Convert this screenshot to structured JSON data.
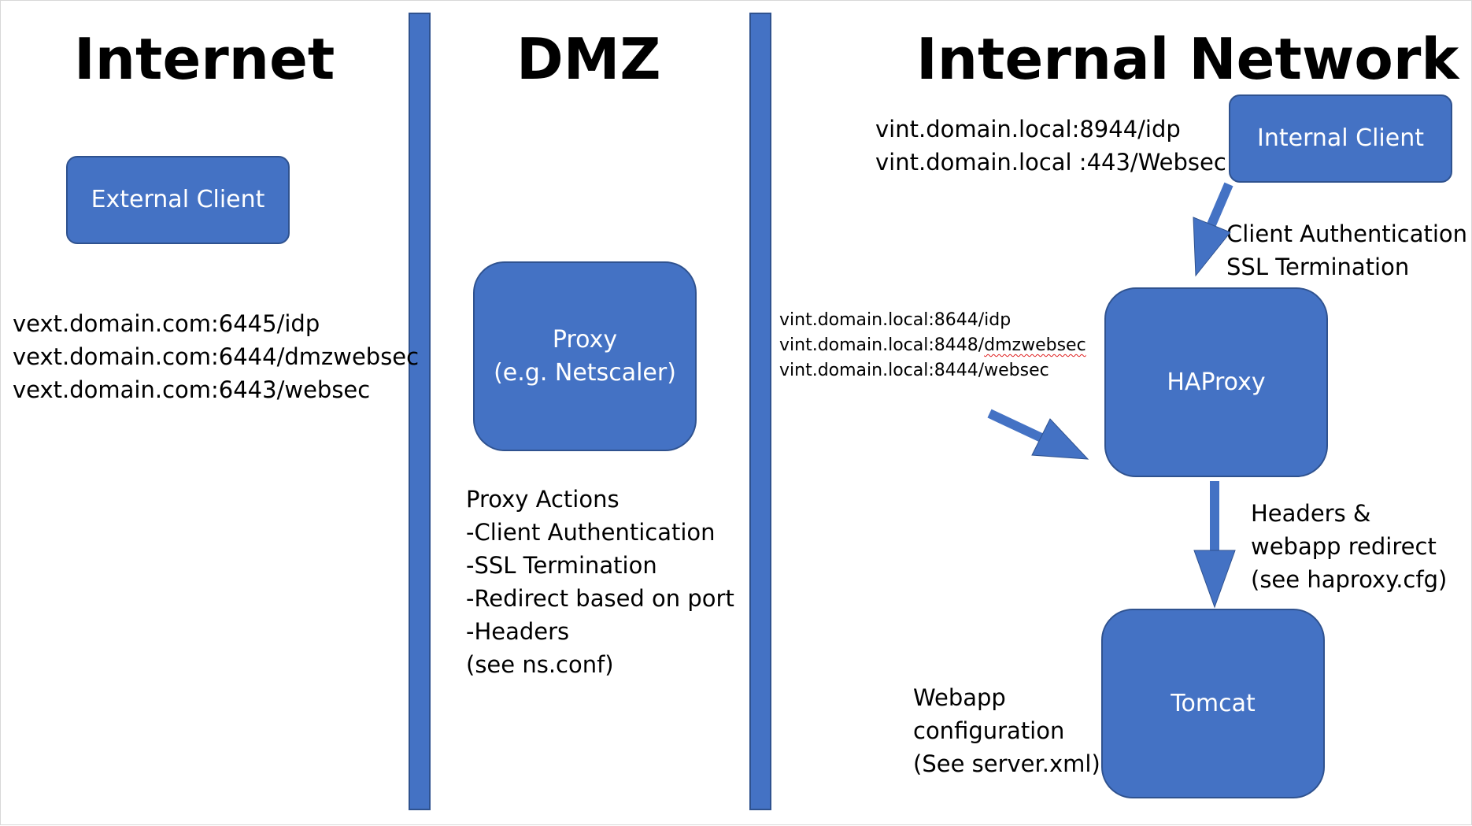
{
  "headings": {
    "internet": "Internet",
    "dmz": "DMZ",
    "internal": "Internal Network"
  },
  "boxes": {
    "external_client": "External Client",
    "proxy_line1": "Proxy",
    "proxy_line2": "(e.g. Netscaler)",
    "internal_client": "Internal Client",
    "haproxy": "HAProxy",
    "tomcat": "Tomcat"
  },
  "external_urls": [
    "vext.domain.com:6445/idp",
    "vext.domain.com:6444/dmzwebsec",
    "vext.domain.com:6443/websec"
  ],
  "proxy_actions": [
    "Proxy Actions",
    "-Client Authentication",
    "-SSL Termination",
    "-Redirect based on port",
    "-Headers",
    "(see ns.conf)"
  ],
  "internal_client_urls": [
    "vint.domain.local:8944/idp",
    "vint.domain.local :443/Websec"
  ],
  "client_auth_note": [
    "Client Authentication",
    "SSL Termination"
  ],
  "dmz_urls": {
    "line1": "vint.domain.local:8644/idp",
    "line2_prefix": "vint.domain.local:8448/",
    "line2_suffix": "dmzwebsec",
    "line3": "vint.domain.local:8444/websec"
  },
  "haproxy_note": [
    "Headers &",
    "webapp redirect",
    "(see haproxy.cfg)"
  ],
  "webapp_note": [
    "Webapp",
    "configuration",
    "(See server.xml)"
  ],
  "colors": {
    "box_fill": "#4472c4",
    "box_border": "#2f528f",
    "box_text": "#ffffff",
    "spellcheck_underline": "#e02020"
  }
}
